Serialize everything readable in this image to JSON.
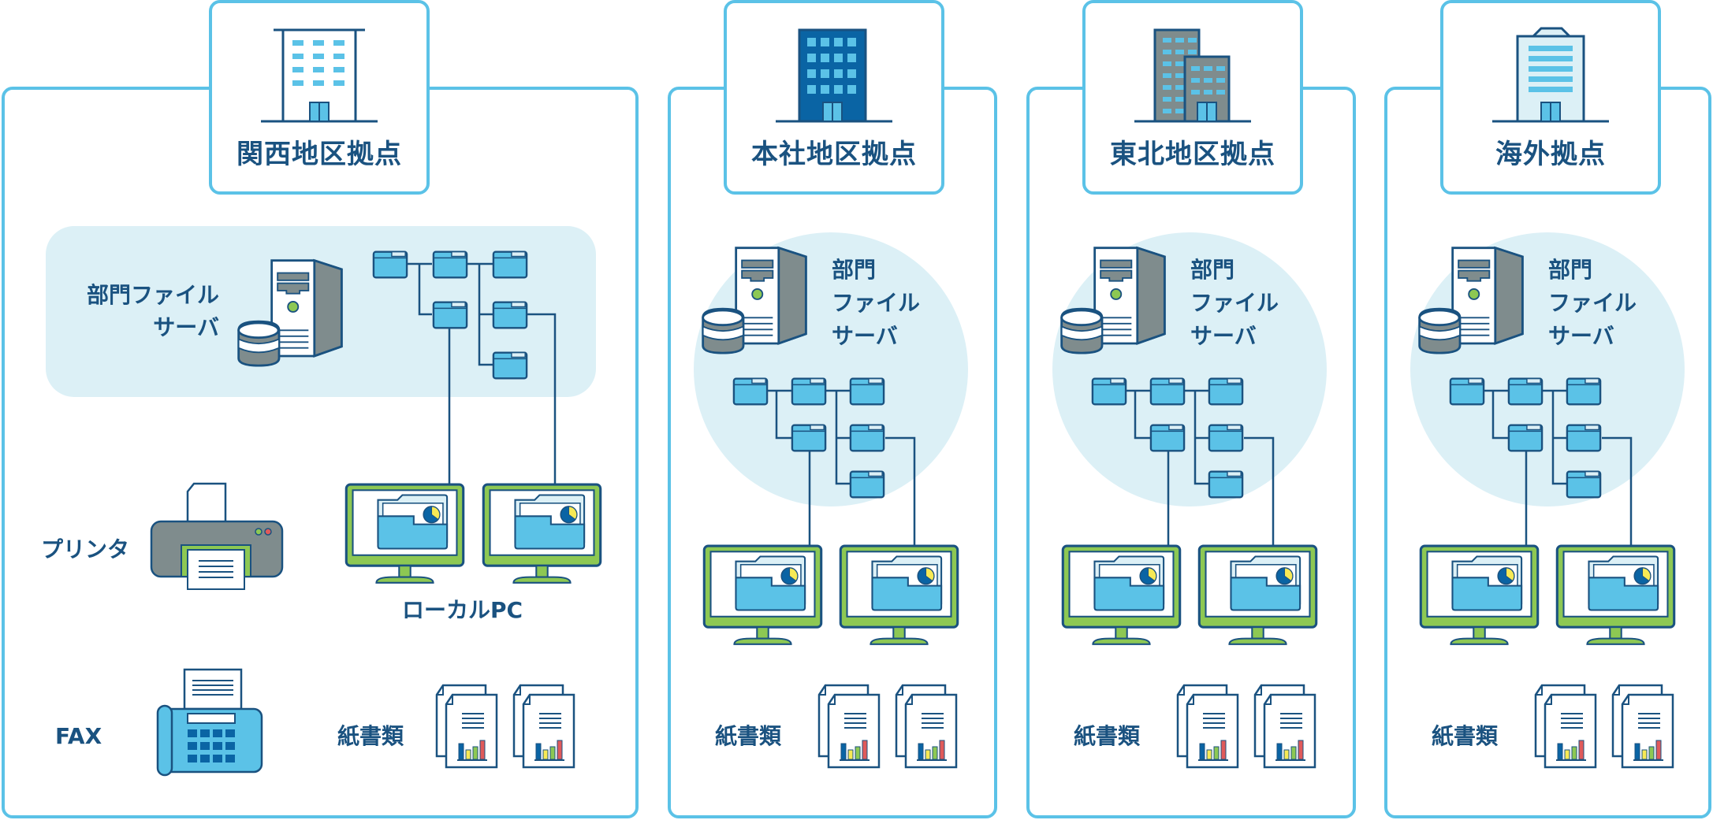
{
  "colors": {
    "border": "#5bc2e7",
    "text": "#1a5280",
    "zone": "#dcf0f6",
    "folder": "#5bc2e7",
    "stroke": "#1a5280",
    "monitor": "#8dc853",
    "server_side": "#7f8c8d",
    "led": "#8dc853"
  },
  "sites": [
    {
      "title": "関西地区拠点",
      "building_icon": "office-building-light-icon",
      "server_label": "部門ファイルサーバ",
      "server_label_lines": [
        "部門ファイル",
        "サーバ"
      ],
      "printer_label": "プリンタ",
      "local_pc_label": "ローカルPC",
      "fax_label": "FAX",
      "paper_label": "紙書類"
    },
    {
      "title": "本社地区拠点",
      "building_icon": "office-building-dark-icon",
      "server_label_lines": [
        "部門",
        "ファイル",
        "サーバ"
      ],
      "paper_label": "紙書類"
    },
    {
      "title": "東北地区拠点",
      "building_icon": "twin-buildings-icon",
      "server_label_lines": [
        "部門",
        "ファイル",
        "サーバ"
      ],
      "paper_label": "紙書類"
    },
    {
      "title": "海外拠点",
      "building_icon": "overseas-building-icon",
      "server_label_lines": [
        "部門",
        "ファイル",
        "サーバ"
      ],
      "paper_label": "紙書類"
    }
  ]
}
